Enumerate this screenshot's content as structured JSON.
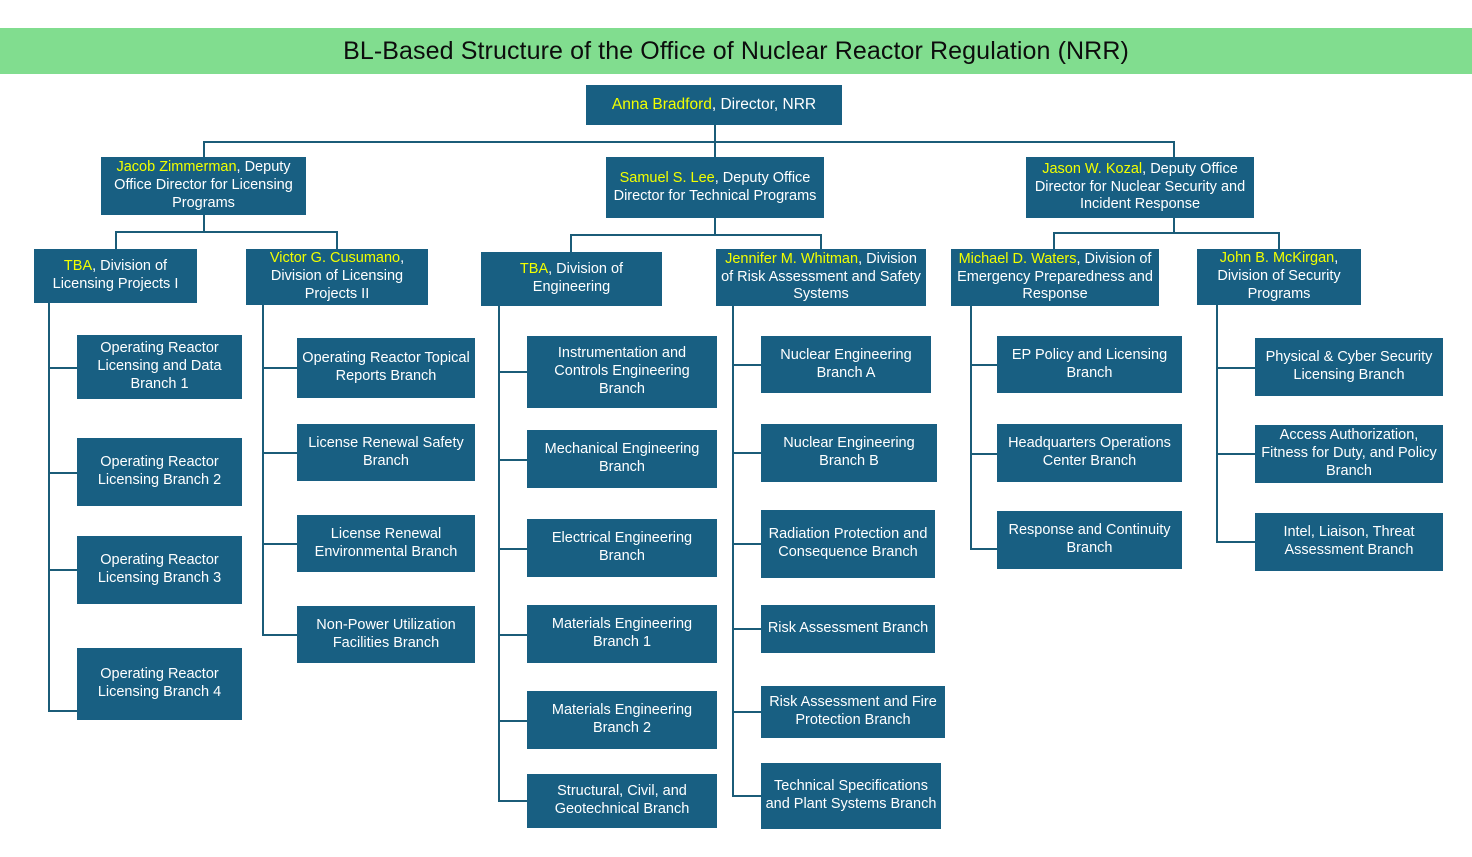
{
  "colors": {
    "banner_green": "#81dd8f",
    "box_blue": "#185f82",
    "name_yellow": "#f2ff00",
    "text_white": "#ffffff",
    "line_blue": "#1b5c78",
    "title_black": "#0d0d0d"
  },
  "title": "BL-Based Structure of the Office of Nuclear Reactor Regulation (NRR)",
  "director": {
    "name": "Anna Bradford",
    "role": ", Director, NRR"
  },
  "deputies": [
    {
      "name": "Jacob Zimmerman",
      "role": ", Deputy Office Director for Licensing Programs"
    },
    {
      "name": "Samuel S. Lee",
      "role": ", Deputy Office Director for Technical Programs"
    },
    {
      "name": "Jason W. Kozal",
      "role": ", Deputy Office Director for Nuclear Security and Incident Response"
    }
  ],
  "divisions": [
    {
      "name": "TBA",
      "role": ", Division of Licensing Projects I"
    },
    {
      "name": "Victor G. Cusumano",
      "role": ", Division of Licensing Projects II"
    },
    {
      "name": "TBA",
      "role": ", Division of Engineering"
    },
    {
      "name": "Jennifer M. Whitman",
      "role": ", Division of Risk Assessment and Safety Systems"
    },
    {
      "name": "Michael D. Waters",
      "role": ", Division of Emergency Preparedness and Response"
    },
    {
      "name": "John B. McKirgan",
      "role": ", Division of Security Programs"
    }
  ],
  "branches": {
    "dlp1": [
      "Operating Reactor Licensing and Data Branch 1",
      "Operating Reactor Licensing Branch 2",
      "Operating Reactor Licensing Branch 3",
      "Operating Reactor Licensing Branch 4"
    ],
    "dlp2": [
      "Operating Reactor Topical Reports Branch",
      "License Renewal Safety Branch",
      "License Renewal Environmental Branch",
      "Non-Power Utilization Facilities Branch"
    ],
    "deng": [
      "Instrumentation and Controls Engineering Branch",
      "Mechanical Engineering Branch",
      "Electrical Engineering Branch",
      "Materials Engineering Branch 1",
      "Materials Engineering Branch 2",
      "Structural, Civil, and Geotechnical Branch"
    ],
    "drass": [
      "Nuclear Engineering Branch A",
      "Nuclear Engineering Branch B",
      "Radiation Protection and Consequence Branch",
      "Risk Assessment Branch",
      "Risk Assessment and Fire Protection Branch",
      "Technical Specifications and Plant Systems Branch"
    ],
    "depr": [
      "EP Policy and Licensing Branch",
      "Headquarters Operations Center Branch",
      "Response and Continuity Branch"
    ],
    "dsp": [
      "Physical &  Cyber Security Licensing Branch",
      "Access Authorization, Fitness for Duty, and Policy Branch",
      "Intel, Liaison, Threat Assessment Branch"
    ]
  }
}
